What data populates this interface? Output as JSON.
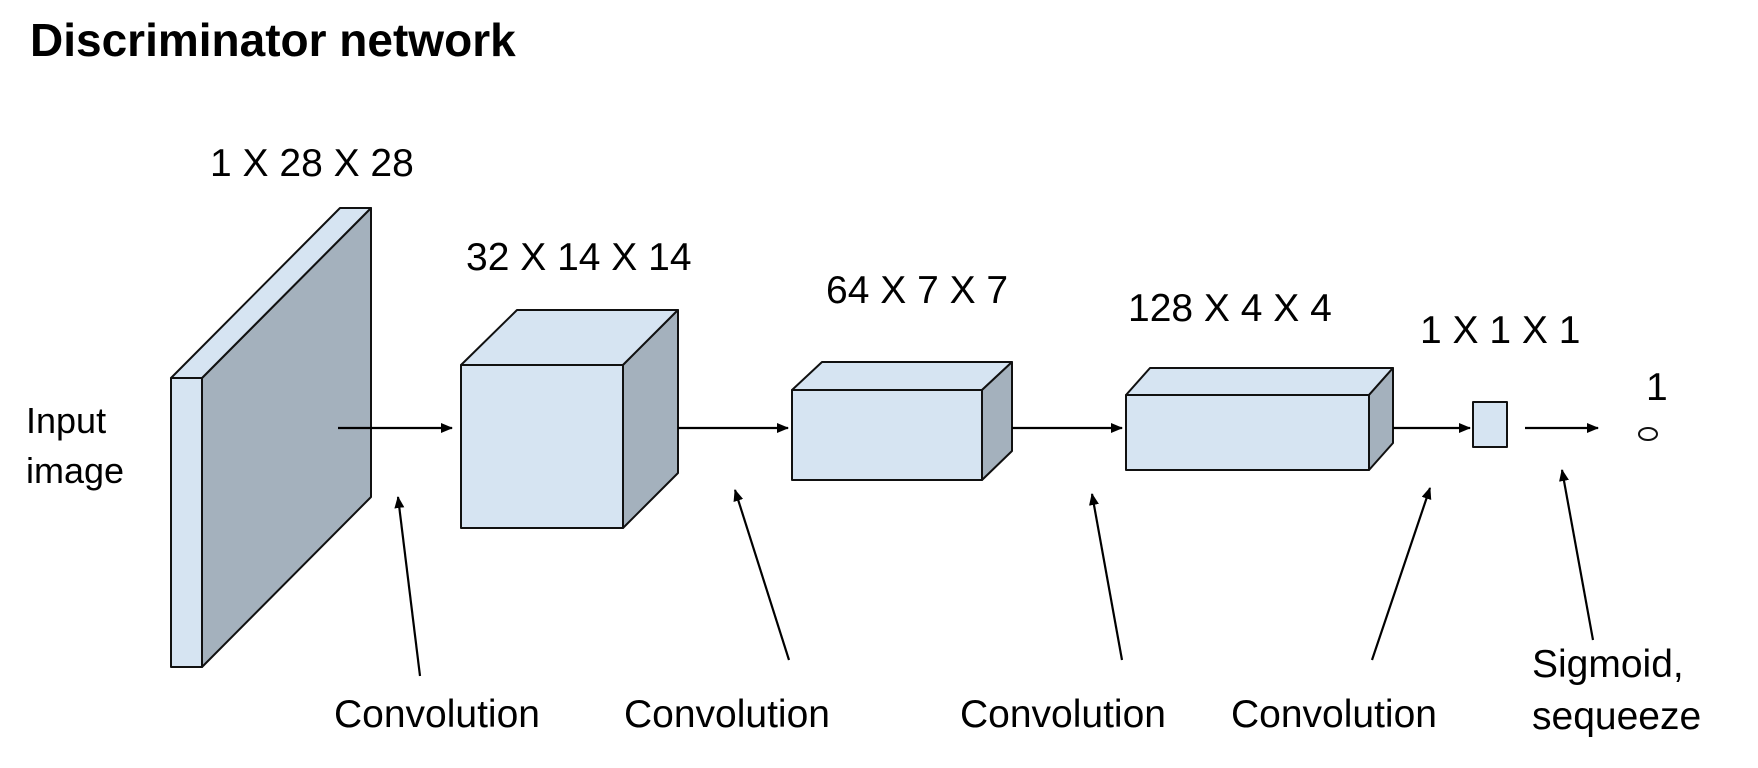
{
  "title": "Discriminator network",
  "input_label": {
    "line1": "Input",
    "line2": "image"
  },
  "layers": [
    {
      "id": "input",
      "shape": "1 X 28 X 28"
    },
    {
      "id": "conv1",
      "shape": "32 X 14 X 14"
    },
    {
      "id": "conv2",
      "shape": "64 X 7 X 7"
    },
    {
      "id": "conv3",
      "shape": "128 X 4 X 4"
    },
    {
      "id": "conv4",
      "shape": "1 X 1 X 1"
    }
  ],
  "output_value": "1",
  "operations": [
    {
      "id": "op1",
      "line1": "Convolution",
      "line2": ""
    },
    {
      "id": "op2",
      "line1": "Convolution",
      "line2": ""
    },
    {
      "id": "op3",
      "line1": "Convolution",
      "line2": ""
    },
    {
      "id": "op4",
      "line1": "Convolution",
      "line2": ""
    },
    {
      "id": "op5",
      "line1": "Sigmoid,",
      "line2": "sequeeze"
    }
  ],
  "colors": {
    "front_face": "#d6e4f2",
    "top_face": "#d6e4f2",
    "side_face": "#a4b1bd",
    "input_side_face": "#a4b1bd",
    "stroke": "#111111"
  }
}
